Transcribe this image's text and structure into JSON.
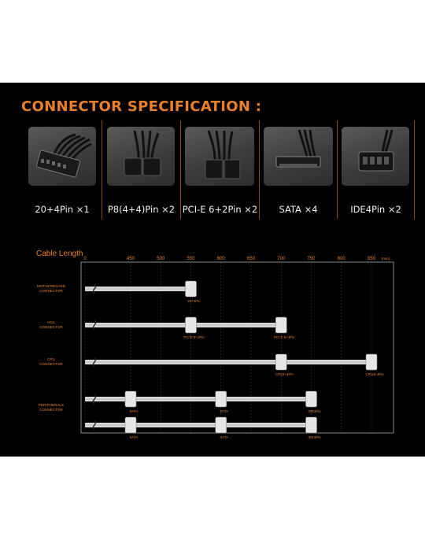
{
  "heading": "CONNECTOR SPECIFICATION :",
  "connectors": [
    {
      "label": "20+4Pin ×1",
      "icon": "atx-24pin-connector-icon"
    },
    {
      "label": "P8(4+4)Pin ×2",
      "icon": "eps-8pin-connector-icon"
    },
    {
      "label": "PCI-E 6+2Pin ×2",
      "icon": "pcie-8pin-connector-icon"
    },
    {
      "label": "SATA ×4",
      "icon": "sata-connector-icon"
    },
    {
      "label": "IDE4Pin ×2",
      "icon": "molex-4pin-connector-icon"
    }
  ],
  "cable_length": {
    "title": "Cable Length",
    "unit": "(mm)",
    "ticks": [
      "0",
      "450",
      "500",
      "550",
      "600",
      "650",
      "700",
      "750",
      "800",
      "850"
    ],
    "rows": [
      {
        "label": [
          "MOTHERBOARD",
          "CONNECTOR"
        ],
        "plugs": [
          {
            "text": "20+4Pin",
            "length": 550
          }
        ]
      },
      {
        "label": [
          "VGA",
          "CONNECTOR"
        ],
        "plugs": [
          {
            "text": "PCI E 6+2Pin",
            "length": 550
          },
          {
            "text": "PCI E 6+2Pin",
            "length": 700
          }
        ]
      },
      {
        "label": [
          "CPU",
          "CONNECTOR"
        ],
        "plugs": [
          {
            "text": "CPU4+4Pin",
            "length": 700
          },
          {
            "text": "CPU4+4Pin",
            "length": 850
          }
        ]
      },
      {
        "label": [
          "PERIPHERALS",
          "CONNECTOR"
        ],
        "plugs": [
          {
            "text": "SATA",
            "length": 450
          },
          {
            "text": "SATA",
            "length": 600
          },
          {
            "text": "IDE4Pin",
            "length": 750
          }
        ]
      },
      {
        "label": [],
        "plugs": [
          {
            "text": "SATA",
            "length": 450
          },
          {
            "text": "SATA",
            "length": 600
          },
          {
            "text": "IDE4Pin",
            "length": 750
          }
        ]
      }
    ]
  },
  "colors": {
    "accent": "#e8802a",
    "background": "#000000",
    "cable": "#d8d8d8"
  }
}
